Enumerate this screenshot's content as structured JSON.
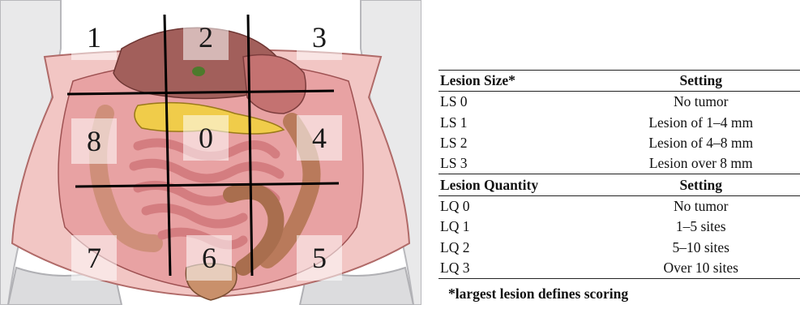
{
  "regions": [
    {
      "label": "1"
    },
    {
      "label": "2"
    },
    {
      "label": "3"
    },
    {
      "label": "8"
    },
    {
      "label": "0"
    },
    {
      "label": "4"
    },
    {
      "label": "7"
    },
    {
      "label": "6"
    },
    {
      "label": "5"
    }
  ],
  "table": {
    "size_header": {
      "col1": "Lesion Size*",
      "col2": "Setting"
    },
    "size_rows": [
      {
        "code": "LS 0",
        "setting": "No tumor"
      },
      {
        "code": "LS 1",
        "setting": "Lesion of 1–4 mm"
      },
      {
        "code": "LS 2",
        "setting": "Lesion of 4–8 mm"
      },
      {
        "code": "LS 3",
        "setting": "Lesion over 8 mm"
      }
    ],
    "quantity_header": {
      "col1": "Lesion Quantity",
      "col2": "Setting"
    },
    "quantity_rows": [
      {
        "code": "LQ 0",
        "setting": "No tumor"
      },
      {
        "code": "LQ 1",
        "setting": "1–5 sites"
      },
      {
        "code": "LQ 2",
        "setting": "5–10 sites"
      },
      {
        "code": "LQ 3",
        "setting": "Over 10 sites"
      }
    ]
  },
  "footnote": "*largest lesion defines scoring"
}
